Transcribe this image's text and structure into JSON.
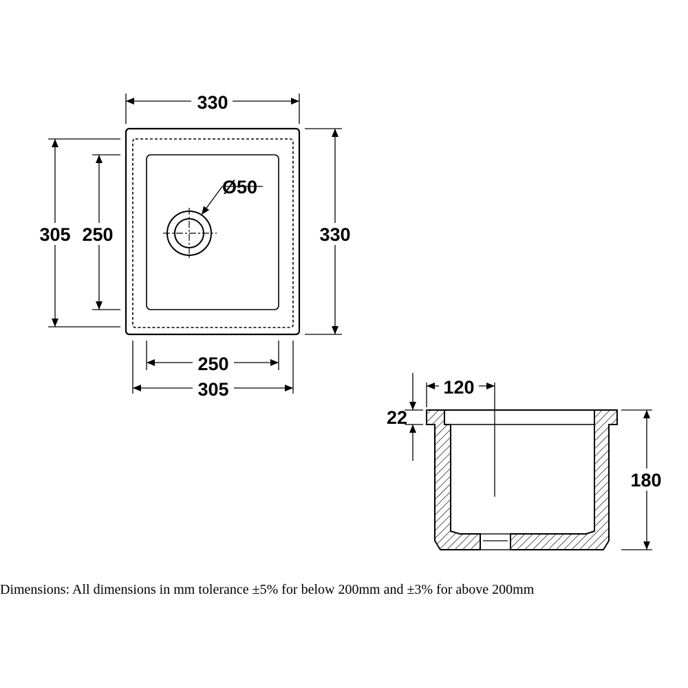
{
  "drawing": {
    "plan": {
      "outer_width": "330",
      "inner_width": "250",
      "overall_width": "305",
      "outer_height_left": "305",
      "inner_height": "250",
      "outer_height_right": "330",
      "waste_diameter": "Ø50"
    },
    "section": {
      "waste_offset": "120",
      "rim_height": "22",
      "depth": "180"
    }
  },
  "caption": "Dimensions: All dimensions in mm tolerance ±5% for below 200mm and ±3% for above 200mm",
  "colors": {
    "line": "#000000",
    "background": "#ffffff"
  }
}
